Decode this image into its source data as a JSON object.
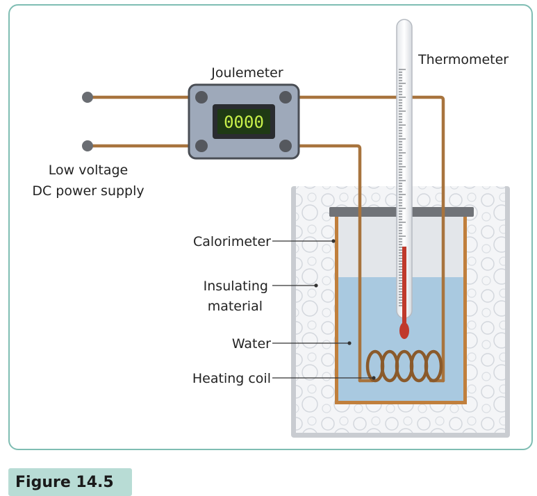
{
  "figure": {
    "caption": "Figure 14.5"
  },
  "labels": {
    "joulemeter": "Joulemeter",
    "thermometer": "Thermometer",
    "power_supply_line1": "Low voltage",
    "power_supply_line2": "DC power supply",
    "calorimeter": "Calorimeter",
    "insulating_line1": "Insulating",
    "insulating_line2": "material",
    "water": "Water",
    "heating_coil": "Heating coil"
  },
  "joulemeter_display": "0000",
  "colors": {
    "wire": "#a8743e",
    "water": "#a9c9e0",
    "calorimeter_wall": "#c07f3c",
    "display_bg": "#1f3a14",
    "display_digits": "#c8f04a",
    "frame_border": "#7fbdb3",
    "thermometer_bulb": "#c0392b"
  }
}
